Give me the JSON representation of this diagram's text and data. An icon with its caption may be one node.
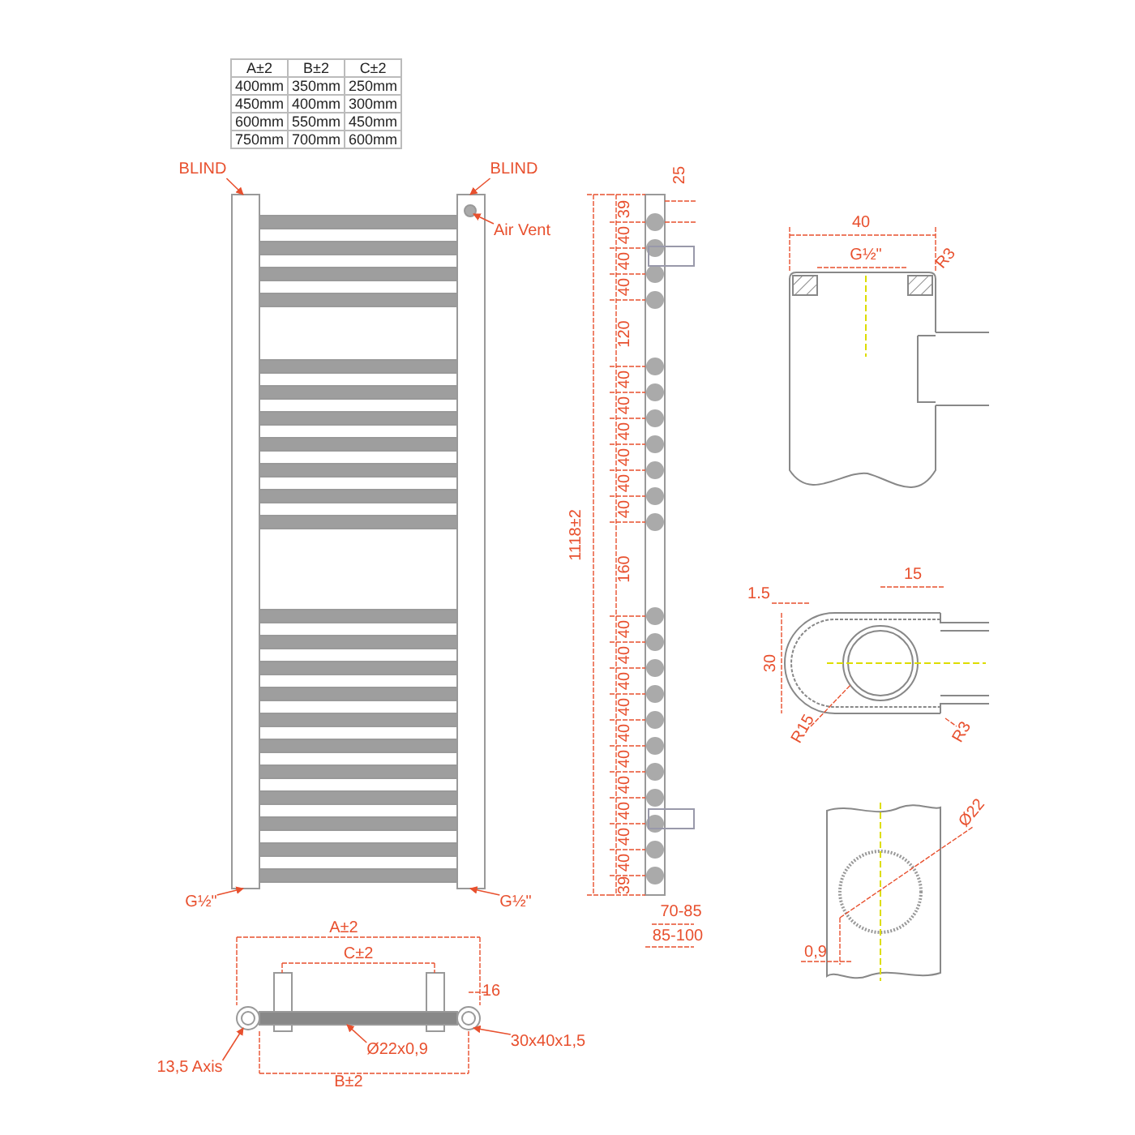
{
  "diagram": {
    "nodes": [
      {
        "text": [
          "BLIND"
        ]
      },
      {
        "text": [
          "BLIND"
        ]
      },
      {
        "text": [
          "Air Vent"
        ]
      },
      {
        "text": [
          "G½\""
        ]
      },
      {
        "text": [
          "G½\""
        ]
      },
      {
        "text": [
          "13,5 Axis"
        ]
      },
      {
        "text": [
          "Ø22x0,9"
        ]
      },
      {
        "text": [
          "30x40x1,5"
        ]
      },
      {
        "text": [],
        "shape": "bar"
      },
      {
        "text": [],
        "shape": "bar"
      },
      {
        "text": [],
        "shape": "circle",
        "in": 9
      },
      {
        "text": [],
        "shape": "circle"
      },
      {
        "text": [],
        "shape": "bar"
      },
      {
        "text": [],
        "shape": "circle"
      }
    ],
    "edges": [
      {
        "from": 0,
        "to": 8,
        "arrow": "to"
      },
      {
        "from": 1,
        "to": 9,
        "arrow": "to"
      },
      {
        "from": 2,
        "to": 10,
        "arrow": "to"
      },
      {
        "from": 3,
        "to": 8,
        "arrow": "to"
      },
      {
        "from": 4,
        "to": 9,
        "arrow": "to"
      },
      {
        "from": 5,
        "to": 11,
        "arrow": "to"
      },
      {
        "from": 6,
        "to": 12,
        "arrow": "to"
      },
      {
        "from": 7,
        "to": 13,
        "arrow": "to"
      }
    ],
    "labels": [
      "A±2",
      "B±2",
      "C±2",
      "400mm",
      "350mm",
      "250mm",
      "450mm",
      "400mm",
      "300mm",
      "600mm",
      "550mm",
      "450mm",
      "750mm",
      "700mm",
      "600mm",
      "A±2",
      "C±2",
      "16",
      "B±2",
      "25",
      "1118±2",
      "39",
      "40",
      "40",
      "40",
      "120",
      "40",
      "40",
      "40",
      "40",
      "40",
      "40",
      "160",
      "40",
      "40",
      "40",
      "40",
      "40",
      "40",
      "40",
      "40",
      "40",
      "40",
      "39",
      "70-85",
      "85-100",
      "40",
      "G½\"",
      "R3",
      "1.5",
      "15",
      "30",
      "R15",
      "R3",
      "Ø22",
      "0,9"
    ]
  }
}
